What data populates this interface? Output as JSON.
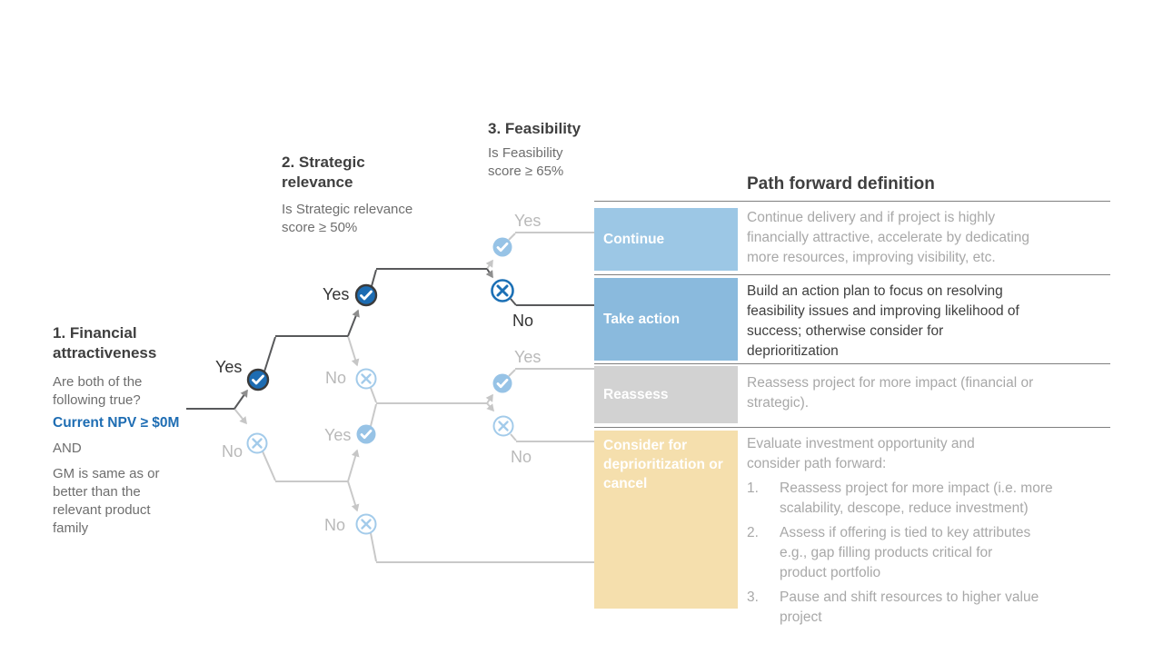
{
  "columns": {
    "financial": {
      "title": "1. Financial\nattractiveness",
      "question": "Are both of the\nfollowing true?",
      "criterion_npv": "Current NPV ≥ $0M",
      "conjunction": "AND",
      "criterion_gm": "GM is same as or\nbetter than the\nrelevant product\nfamily"
    },
    "strategic": {
      "title": "2. Strategic\nrelevance",
      "question": "Is Strategic relevance\nscore ≥ 50%"
    },
    "feasibility": {
      "title": "3. Feasibility",
      "question": "Is Feasibility\nscore ≥ 65%"
    }
  },
  "tree": {
    "labels": {
      "financial_yes": "Yes",
      "financial_no": "No",
      "strategic_yes": "Yes",
      "strategic_no": "No",
      "strategic2_yes": "Yes",
      "strategic2_no": "No",
      "feasibility_yes": "Yes",
      "feasibility_no": "No",
      "feasibility2_yes": "Yes",
      "feasibility2_no": "No"
    },
    "icons": {
      "check_icon": "✓",
      "x_icon": "×"
    }
  },
  "panel": {
    "title": "Path forward definition",
    "rows": [
      {
        "label": "Continue",
        "color": "#9cc7e5",
        "description": "Continue delivery and if project is highly\nfinancially attractive, accelerate by dedicating\nmore resources, improving visibility, etc."
      },
      {
        "label": "Take action",
        "color": "#8abadd",
        "description": "Build an action plan to focus on resolving\nfeasibility issues and improving likelihood of\nsuccess; otherwise consider for\ndeprioritization"
      },
      {
        "label": "Reassess",
        "color": "#d2d2d2",
        "description": "Reassess project for more impact (financial or\nstrategic)."
      },
      {
        "label": "Consider for deprioritization or cancel",
        "color": "#f5dfad",
        "description_intro": "Evaluate investment opportunity and\nconsider path forward:",
        "list": [
          {
            "num": "1.",
            "text": "Reassess project for more impact (i.e. more\nscalability, descope, reduce investment)"
          },
          {
            "num": "2.",
            "text": "Assess if offering is tied to key attributes\ne.g., gap filling products critical for\nproduct portfolio"
          },
          {
            "num": "3.",
            "text": "Pause and shift resources to higher value\nproject"
          }
        ]
      }
    ]
  },
  "colors": {
    "active_node_blue": "#1d6cb2",
    "active_node_ring": "#3a3a3a",
    "active_x_blue": "#1c70b5",
    "inactive_node_blue": "#97c3e6",
    "active_line": "#58595b",
    "inactive_line": "#c9c9c9",
    "npv_text_blue": "#1e6db3",
    "divider_gray": "#7f7f7f"
  }
}
